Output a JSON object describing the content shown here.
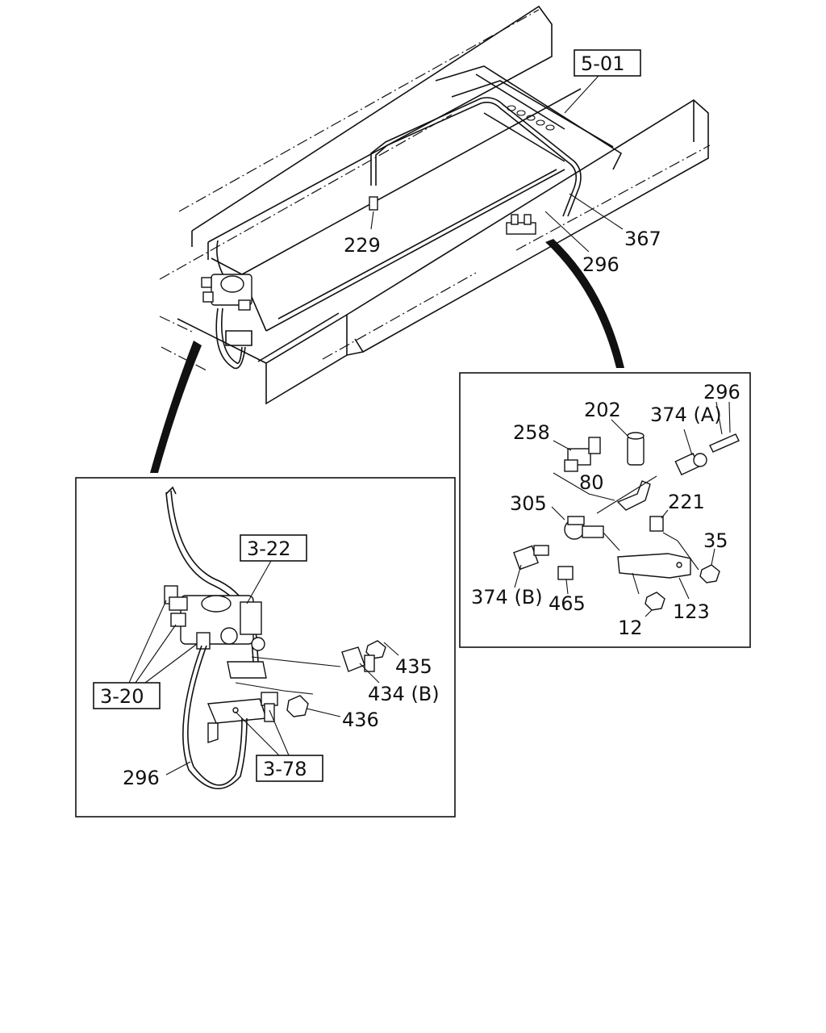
{
  "refs": {
    "r501": "5-01",
    "r322": "3-22",
    "r320": "3-20",
    "r378": "3-78"
  },
  "parts": {
    "p229": "229",
    "p367": "367",
    "p296_top": "296",
    "p296_right": "296",
    "p202": "202",
    "p374a": "374 (A)",
    "p258": "258",
    "p80": "80",
    "p305": "305",
    "p221": "221",
    "p35": "35",
    "p374b": "374 (B)",
    "p465": "465",
    "p123": "123",
    "p12": "12",
    "p435": "435",
    "p434b": "434 (B)",
    "p436": "436",
    "p296_left": "296"
  }
}
